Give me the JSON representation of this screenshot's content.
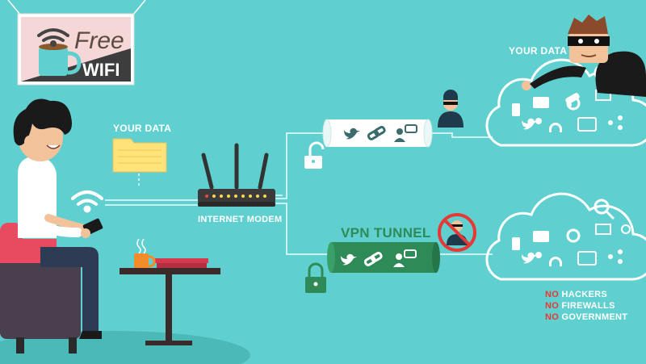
{
  "sign": {
    "line1": "Free",
    "line2": "WIFI"
  },
  "labels": {
    "your_data_left": "YOUR DATA",
    "your_data_right": "YOUR DATA",
    "internet_modem": "INTERNET MODEM",
    "vpn_tunnel": "VPN TUNNEL"
  },
  "no_list": [
    {
      "prefix": "NO",
      "text": " HACKERS"
    },
    {
      "prefix": "NO",
      "text": " FIREWALLS"
    },
    {
      "prefix": "NO",
      "text": " GOVERNMENT"
    }
  ],
  "colors": {
    "background": "#5fd0cf",
    "vpn_green": "#2e8b57",
    "no_red": "#e53935",
    "cloud_white": "#ffffff",
    "folder_yellow": "#ffe27a",
    "chair_red": "#e84a5f"
  },
  "icons": [
    "wifi-icon",
    "coffee-cup-icon",
    "folder-icon",
    "router-icon",
    "lock-open-icon",
    "lock-closed-icon",
    "bird-icon",
    "link-icon",
    "user-chat-icon",
    "hacker-icon",
    "no-hacker-icon",
    "cloud-icon"
  ]
}
